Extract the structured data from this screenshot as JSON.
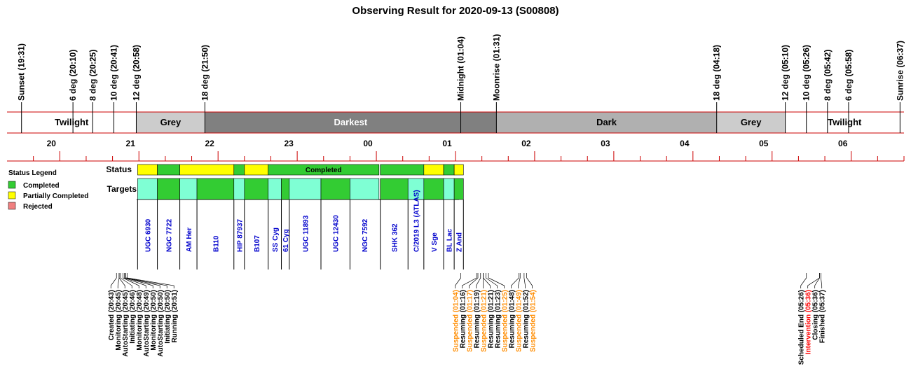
{
  "chart_data": {
    "type": "timeline",
    "title": "Observing Result for 2020-09-13 (S00808)",
    "time_range": [
      "19:20",
      "06:40"
    ],
    "colors": {
      "completed": "#33cc33",
      "partial": "#ffff00",
      "rejected": "#f08080",
      "target_a": "#7fffd4",
      "target_b": "#33cc33",
      "target_text": "#0000cc",
      "axis_red": "#cc0000",
      "twilight": "#ffffff",
      "grey": "#cccccc",
      "darkest": "#808080",
      "dark": "#b0b0b0",
      "orange": "#ff8c00",
      "red_label": "#ff0000",
      "blue_label": "#0000cc"
    },
    "events": [
      {
        "label": "Sunset (19:31)",
        "time": "19:31",
        "color": "#000000"
      },
      {
        "label": "6 deg (20:10)",
        "time": "20:10",
        "color": "#000000"
      },
      {
        "label": "8 deg (20:25)",
        "time": "20:25",
        "color": "#000000"
      },
      {
        "label": "10 deg (20:41)",
        "time": "20:41",
        "color": "#000000"
      },
      {
        "label": "12 deg (20:58)",
        "time": "20:58",
        "color": "#000000"
      },
      {
        "label": "18 deg (21:50)",
        "time": "21:50",
        "color": "#000000"
      },
      {
        "label": "Midnight (01:04)",
        "time": "01:04",
        "color": "#000000"
      },
      {
        "label": "Moonrise (01:31)",
        "time": "01:31",
        "color": "#0000cc"
      },
      {
        "label": "18 deg (04:18)",
        "time": "04:18",
        "color": "#000000"
      },
      {
        "label": "12 deg (05:10)",
        "time": "05:10",
        "color": "#000000"
      },
      {
        "label": "10 deg (05:26)",
        "time": "05:26",
        "color": "#000000"
      },
      {
        "label": "8 deg (05:42)",
        "time": "05:42",
        "color": "#000000"
      },
      {
        "label": "6 deg (05:58)",
        "time": "05:58",
        "color": "#000000"
      },
      {
        "label": "Sunrise (06:37)",
        "time": "06:37",
        "color": "#000000"
      }
    ],
    "bands": [
      {
        "label": "Twilight",
        "start": "19:20",
        "end": "20:58",
        "fill": "#ffffff",
        "text": "#000000"
      },
      {
        "label": "Grey",
        "start": "20:58",
        "end": "21:50",
        "fill": "#cccccc",
        "text": "#000000"
      },
      {
        "label": "Darkest",
        "start": "21:50",
        "end": "01:31",
        "fill": "#808080",
        "text": "#ffffff"
      },
      {
        "label": "Dark",
        "start": "01:31",
        "end": "04:18",
        "fill": "#b0b0b0",
        "text": "#000000"
      },
      {
        "label": "Grey",
        "start": "04:18",
        "end": "05:10",
        "fill": "#cccccc",
        "text": "#000000"
      },
      {
        "label": "Twilight",
        "start": "05:10",
        "end": "06:40",
        "fill": "#ffffff",
        "text": "#000000"
      }
    ],
    "hours": [
      "20",
      "21",
      "22",
      "23",
      "00",
      "01",
      "02",
      "03",
      "04",
      "05",
      "06"
    ],
    "legend": {
      "title": "Status Legend",
      "items": [
        {
          "label": "Completed",
          "color": "#33cc33"
        },
        {
          "label": "Partially Completed",
          "color": "#ffff00"
        },
        {
          "label": "Rejected",
          "color": "#f08080"
        }
      ]
    },
    "row_labels": {
      "status": "Status",
      "targets": "Targets"
    },
    "status_blocks": [
      {
        "start": "20:59",
        "end": "21:14",
        "status": "partial",
        "label": ""
      },
      {
        "start": "21:14",
        "end": "21:31",
        "status": "completed",
        "label": ""
      },
      {
        "start": "21:31",
        "end": "22:12",
        "status": "partial",
        "label": ""
      },
      {
        "start": "22:12",
        "end": "22:20",
        "status": "completed",
        "label": ""
      },
      {
        "start": "22:20",
        "end": "22:38",
        "status": "partial",
        "label": ""
      },
      {
        "start": "22:38",
        "end": "00:02",
        "status": "completed",
        "label": "Completed"
      },
      {
        "start": "00:03",
        "end": "00:36",
        "status": "completed",
        "label": ""
      },
      {
        "start": "00:36",
        "end": "00:51",
        "status": "partial",
        "label": ""
      },
      {
        "start": "00:51",
        "end": "00:59",
        "status": "completed",
        "label": ""
      },
      {
        "start": "00:59",
        "end": "01:06",
        "status": "partial",
        "label": ""
      }
    ],
    "targets": [
      {
        "name": "UGC 6930",
        "start": "20:59",
        "end": "21:14",
        "color": "#7fffd4"
      },
      {
        "name": "NGC 7722",
        "start": "21:14",
        "end": "21:31",
        "color": "#33cc33"
      },
      {
        "name": "AM Her",
        "start": "21:31",
        "end": "21:44",
        "color": "#7fffd4"
      },
      {
        "name": "B110",
        "start": "21:44",
        "end": "22:12",
        "color": "#33cc33"
      },
      {
        "name": "HIP 87937",
        "start": "22:12",
        "end": "22:20",
        "color": "#7fffd4"
      },
      {
        "name": "B107",
        "start": "22:20",
        "end": "22:38",
        "color": "#33cc33"
      },
      {
        "name": "SS Cyg",
        "start": "22:38",
        "end": "22:48",
        "color": "#7fffd4"
      },
      {
        "name": "61 Cyg",
        "start": "22:48",
        "end": "22:54",
        "color": "#33cc33"
      },
      {
        "name": "UGC 11893",
        "start": "22:54",
        "end": "23:18",
        "color": "#7fffd4"
      },
      {
        "name": "UGC 12430",
        "start": "23:18",
        "end": "23:40",
        "color": "#33cc33"
      },
      {
        "name": "NGC 7592",
        "start": "23:40",
        "end": "00:02",
        "color": "#7fffd4"
      },
      {
        "name": "SHK 362",
        "start": "00:03",
        "end": "00:24",
        "color": "#33cc33"
      },
      {
        "name": "C/2019 L3 (ATLAS)",
        "start": "00:24",
        "end": "00:36",
        "color": "#7fffd4"
      },
      {
        "name": "V Sge",
        "start": "00:36",
        "end": "00:51",
        "color": "#33cc33"
      },
      {
        "name": "BL Lac",
        "start": "00:51",
        "end": "00:59",
        "color": "#7fffd4"
      },
      {
        "name": "Z And",
        "start": "00:59",
        "end": "01:06",
        "color": "#33cc33"
      }
    ],
    "log": [
      {
        "label": "Created (20:43)",
        "time": "20:43",
        "color": "#000000"
      },
      {
        "label": "Monitoring (20:45)",
        "time": "20:45",
        "color": "#000000"
      },
      {
        "label": "AutoStarting (20:45)",
        "time": "20:45",
        "color": "#000000"
      },
      {
        "label": "Initiating (20:46)",
        "time": "20:46",
        "color": "#000000"
      },
      {
        "label": "Monitoring (20:48)",
        "time": "20:48",
        "color": "#000000"
      },
      {
        "label": "AutoStarting (20:49)",
        "time": "20:49",
        "color": "#000000"
      },
      {
        "label": "Monitoring (20:50)",
        "time": "20:50",
        "color": "#000000"
      },
      {
        "label": "AutoStarting (20:50)",
        "time": "20:50",
        "color": "#000000"
      },
      {
        "label": "Initiating (20:50)",
        "time": "20:50",
        "color": "#000000"
      },
      {
        "label": "Running (20:51)",
        "time": "20:51",
        "color": "#000000"
      },
      {
        "label": "Suspended (01:04)",
        "time": "01:04",
        "color": "#ff8c00"
      },
      {
        "label": "Resuming (01:16)",
        "time": "01:16",
        "color": "#000000"
      },
      {
        "label": "Suspended (01:17)",
        "time": "01:17",
        "color": "#ff8c00"
      },
      {
        "label": "Resuming (01:19)",
        "time": "01:19",
        "color": "#000000"
      },
      {
        "label": "Suspended (01:21)",
        "time": "01:21",
        "color": "#ff8c00"
      },
      {
        "label": "Resuming (01:21)",
        "time": "01:21",
        "color": "#000000"
      },
      {
        "label": "Resuming (01:23)",
        "time": "01:23",
        "color": "#000000"
      },
      {
        "label": "Suspended (01:25)",
        "time": "01:25",
        "color": "#ff8c00"
      },
      {
        "label": "Resuming (01:48)",
        "time": "01:48",
        "color": "#000000"
      },
      {
        "label": "Suspended (01:49)",
        "time": "01:49",
        "color": "#ff8c00"
      },
      {
        "label": "Resuming (01:52)",
        "time": "01:52",
        "color": "#000000"
      },
      {
        "label": "Suspended (01:54)",
        "time": "01:54",
        "color": "#ff8c00"
      },
      {
        "label": "Scheduled End (05:26)",
        "time": "05:26",
        "color": "#000000"
      },
      {
        "label": "Intervention (05:36)",
        "time": "05:36",
        "color": "#ff0000"
      },
      {
        "label": "Closing (05:36)",
        "time": "05:36",
        "color": "#000000"
      },
      {
        "label": "Finished (05:37)",
        "time": "05:37",
        "color": "#000000"
      }
    ]
  }
}
